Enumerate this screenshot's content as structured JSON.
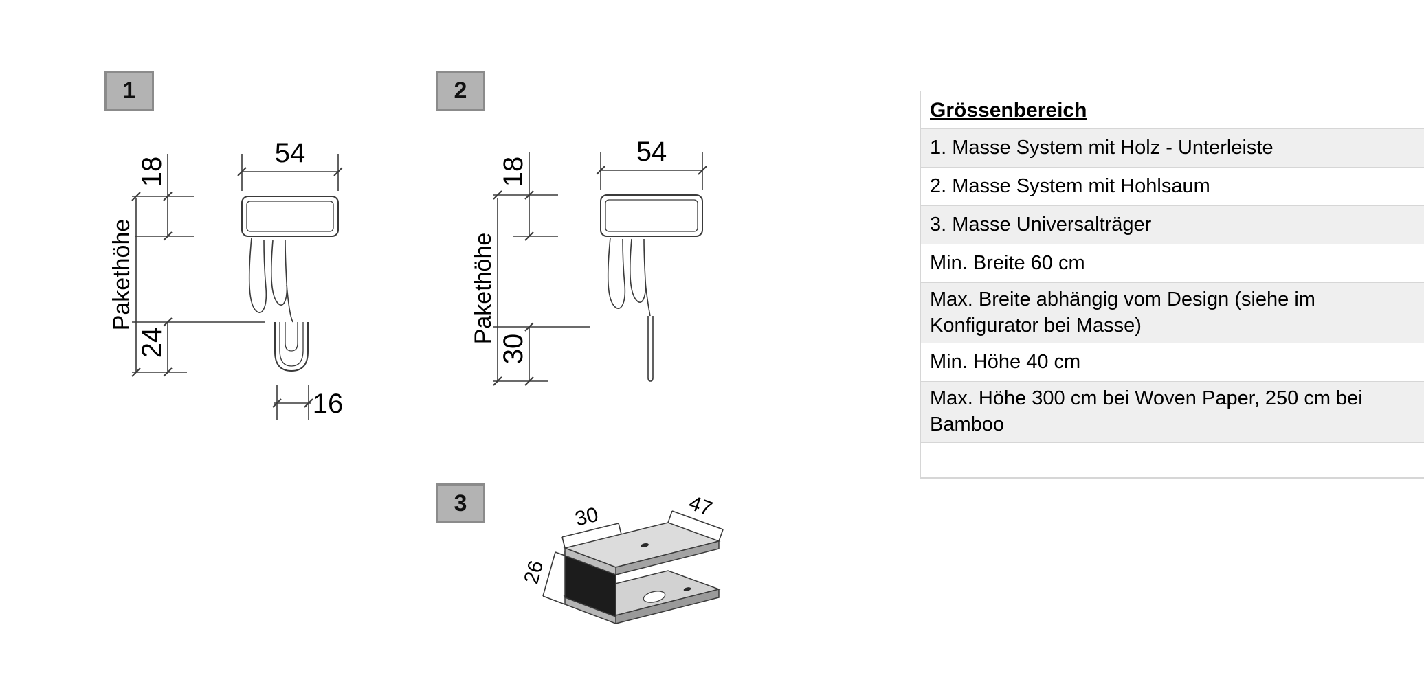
{
  "colors": {
    "number_box_bg": "#b3b3b3",
    "number_box_border": "#8b8b8b",
    "table_alt_row": "#efefef",
    "line_art": "#3a3a3a"
  },
  "figures": {
    "fig1": {
      "number": "1",
      "dim_width": "54",
      "dim_top": "18",
      "dim_package": "Pakethöhe",
      "dim_hook": "24",
      "dim_rail": "16"
    },
    "fig2": {
      "number": "2",
      "dim_width": "54",
      "dim_top": "18",
      "dim_package": "Pakethöhe",
      "dim_hem": "30"
    },
    "fig3": {
      "number": "3",
      "dim_depth": "30",
      "dim_width": "47",
      "dim_height": "26"
    }
  },
  "table": {
    "header": "Grössenbereich",
    "rows": [
      "1. Masse System mit Holz - Unterleiste",
      "2. Masse System mit Hohlsaum",
      "3. Masse Universalträger",
      "Min. Breite 60 cm",
      "Max. Breite abhängig vom Design (siehe im Konfigurator bei Masse)",
      "Min. Höhe 40 cm",
      "Max. Höhe 300 cm bei Woven Paper, 250 cm bei Bamboo",
      ""
    ]
  }
}
